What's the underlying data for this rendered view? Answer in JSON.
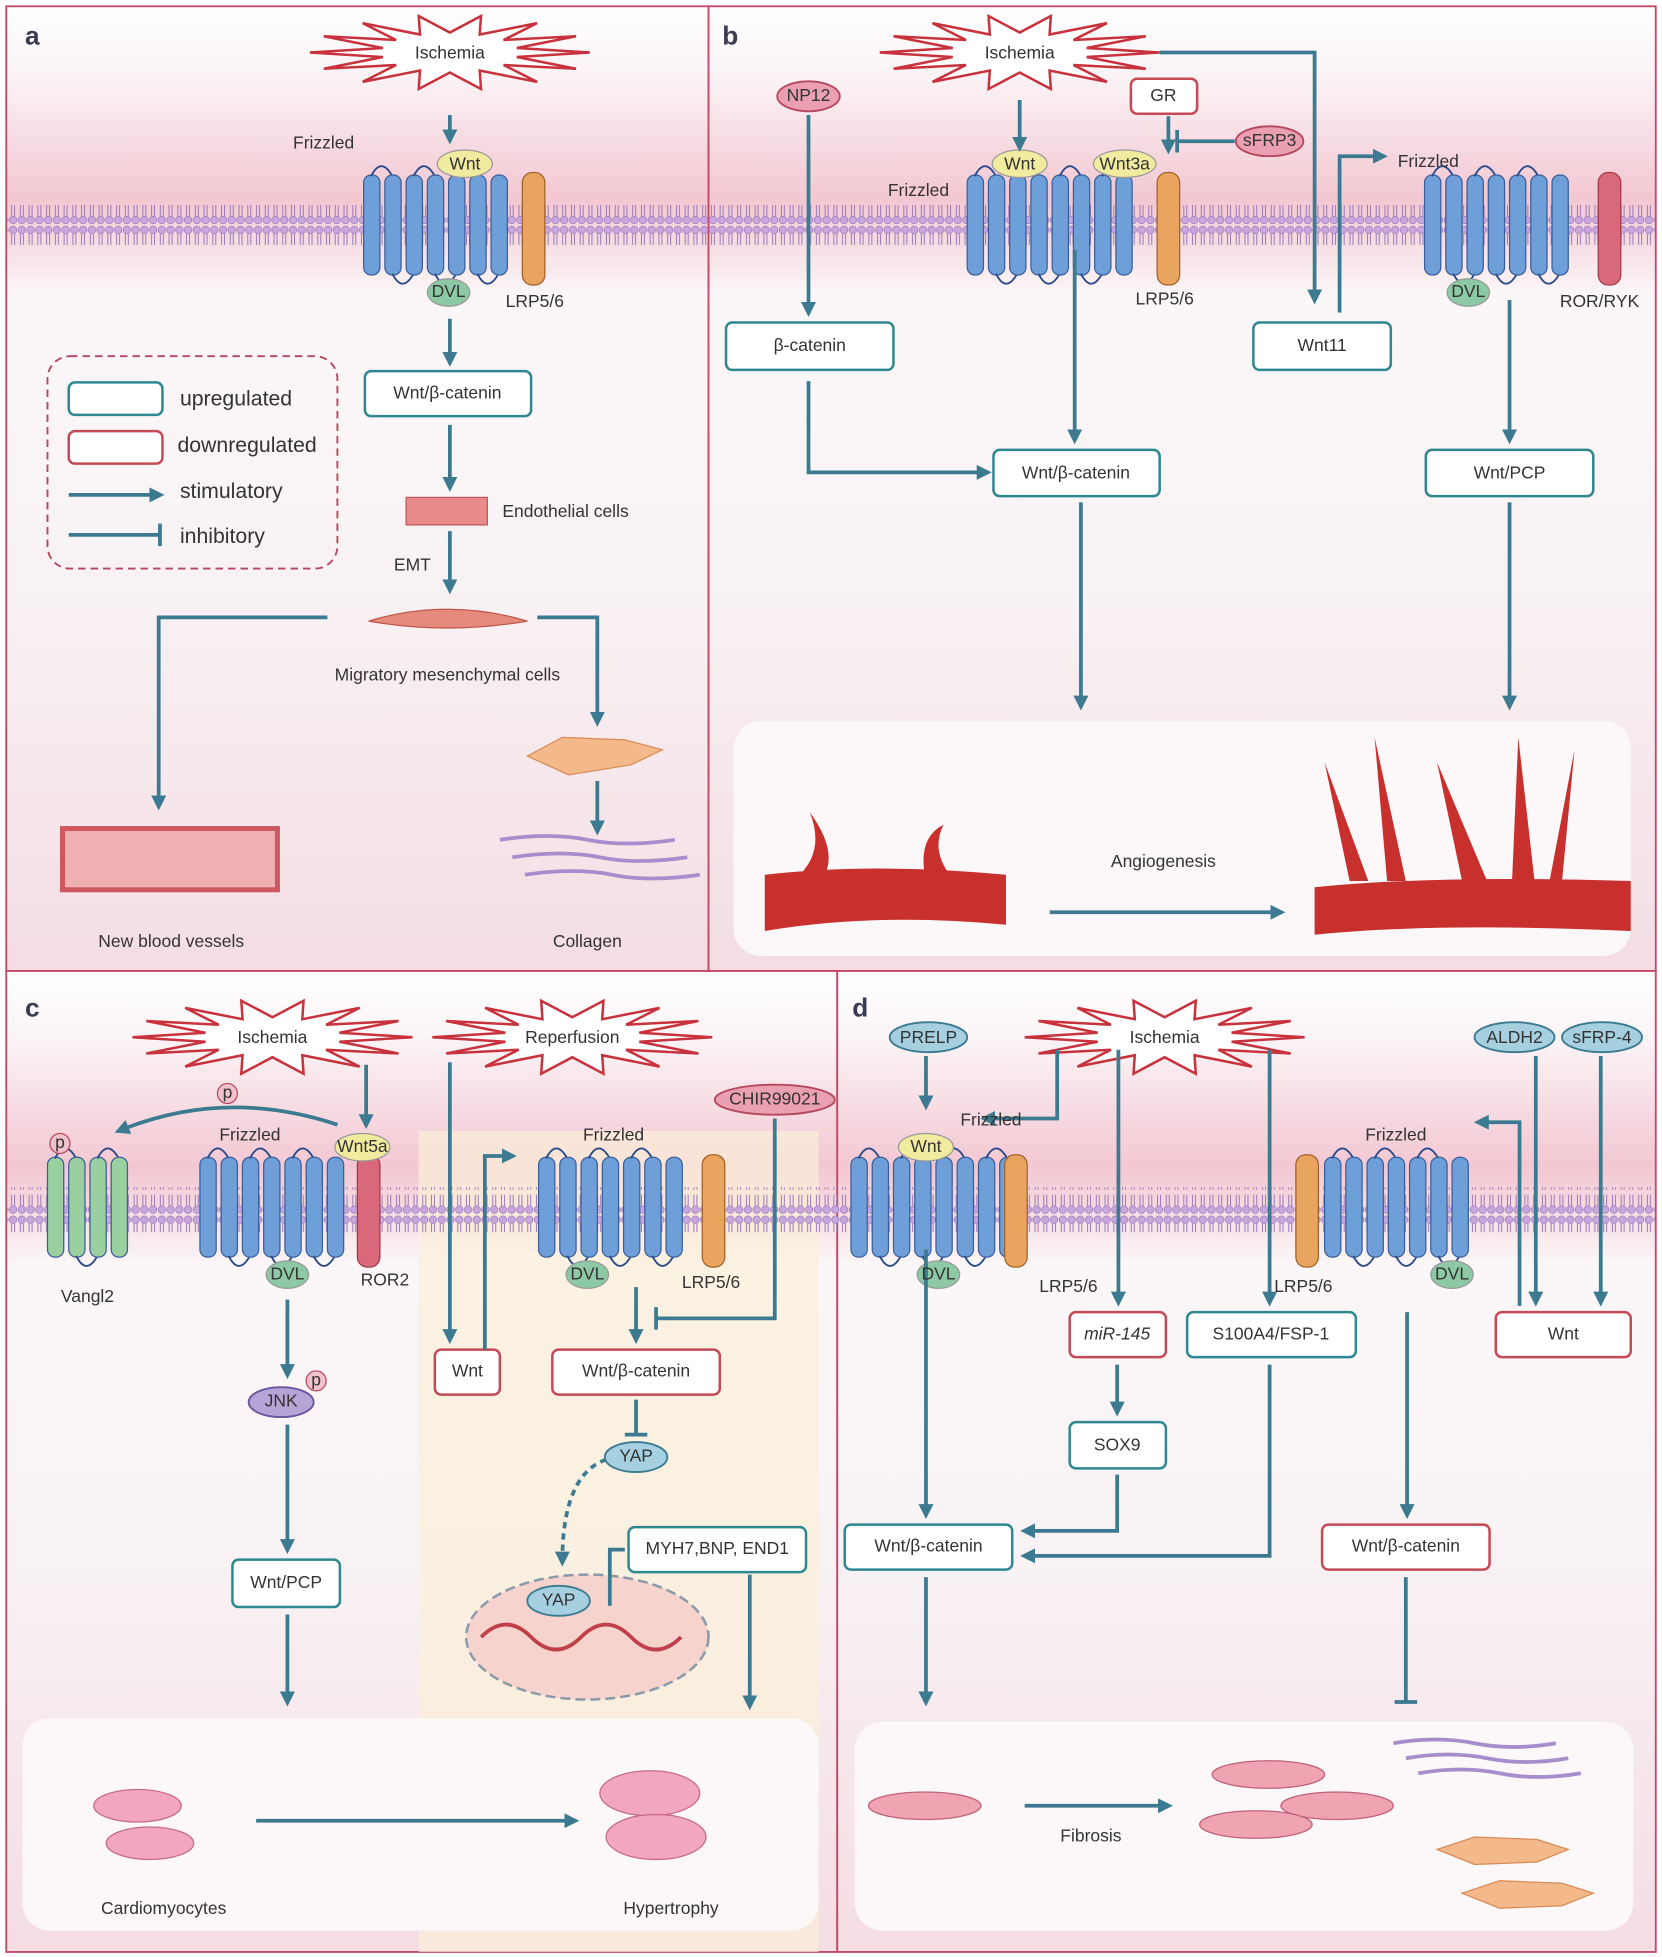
{
  "colors": {
    "arrow": "#3b7a90",
    "upregulated": "#2f8790",
    "downregulated": "#c44a55",
    "panel_bg": "#f7e3e8",
    "frizzled": "#6f9fd8",
    "lrp": "#e9a45f",
    "ror": "#d9687a"
  },
  "panel_a": {
    "label": "a",
    "stimulus": "Ischemia",
    "frizzled": "Frizzled",
    "wnt": "Wnt",
    "dvl": "DVL",
    "lrp": "LRP5/6",
    "pathway": "Wnt/β-catenin",
    "endothelial": "Endothelial cells",
    "emt": "EMT",
    "mesenchymal": "Migratory mesenchymal cells",
    "vessels": "New blood vessels",
    "collagen": "Collagen",
    "legend": {
      "upregulated": "upregulated",
      "downregulated": "downregulated",
      "stimulatory": "stimulatory",
      "inhibitory": "inhibitory"
    }
  },
  "panel_b": {
    "label": "b",
    "stimulus": "Ischemia",
    "np12": "NP12",
    "gr": "GR",
    "sfrp3": "sFRP3",
    "frizzled1": "Frizzled",
    "wnt": "Wnt",
    "wnt3a": "Wnt3a",
    "lrp": "LRP5/6",
    "frizzled2": "Frizzled",
    "dvl": "DVL",
    "ror": "ROR/RYK",
    "bcatenin": "β-catenin",
    "wnt11": "Wnt11",
    "pathway1": "Wnt/β-catenin",
    "pathway2": "Wnt/PCP",
    "outcome": "Angiogenesis"
  },
  "panel_c": {
    "label": "c",
    "stimulus1": "Ischemia",
    "stimulus2": "Reperfusion",
    "p": "p",
    "vangl2": "Vangl2",
    "frizzled1": "Frizzled",
    "wnt5a": "Wnt5a",
    "ror2": "ROR2",
    "dvl1": "DVL",
    "jnk": "JNK",
    "pcp": "Wnt/PCP",
    "wnt": "Wnt",
    "frizzled2": "Frizzled",
    "dvl2": "DVL",
    "lrp": "LRP5/6",
    "chir": "CHIR99021",
    "pathway": "Wnt/β-catenin",
    "yap": "YAP",
    "genes": "MYH7,BNP, END1",
    "cells1": "Cardiomyocytes",
    "cells2": "Hypertrophy"
  },
  "panel_d": {
    "label": "d",
    "stimulus": "Ischemia",
    "prelp": "PRELP",
    "aldh2": "ALDH2",
    "sfrp4": "sFRP-4",
    "frizzled1": "Frizzled",
    "wnt1": "Wnt",
    "lrp1": "LRP5/6",
    "dvl1": "DVL",
    "frizzled2": "Frizzled",
    "lrp2": "LRP5/6",
    "dvl2": "DVL",
    "mir": "miR-145",
    "s100": "S100A4/FSP-1",
    "wnt2": "Wnt",
    "sox9": "SOX9",
    "pathway1": "Wnt/β-catenin",
    "pathway2": "Wnt/β-catenin",
    "outcome": "Fibrosis"
  }
}
